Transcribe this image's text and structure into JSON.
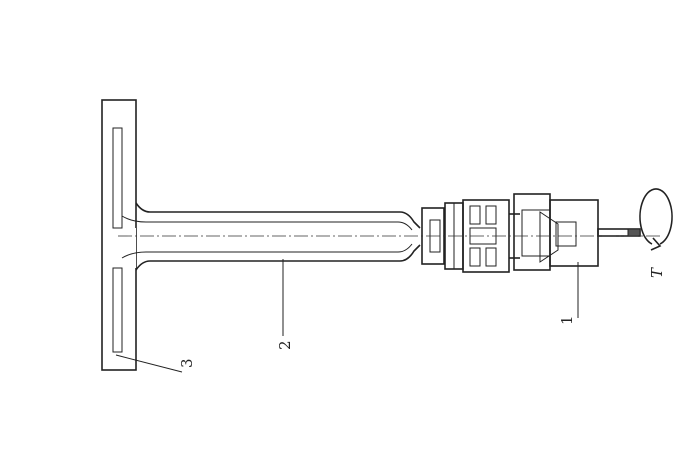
{
  "diagram": {
    "labels": {
      "part_1": "1",
      "part_2": "2",
      "part_3": "3",
      "torque": "T"
    },
    "colors": {
      "ink": "#222222",
      "background": "#ffffff"
    }
  }
}
